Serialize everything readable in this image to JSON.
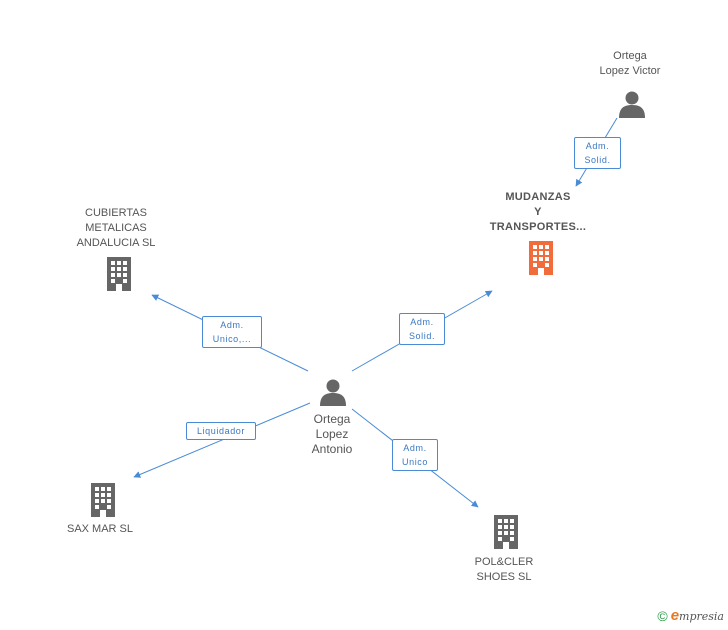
{
  "nodes": {
    "ortega_victor": {
      "lines": [
        "Ortega",
        "Lopez Victor"
      ],
      "type": "person"
    },
    "mudanzas": {
      "lines": [
        "MUDANZAS",
        "Y",
        "TRANSPORTES..."
      ],
      "type": "company",
      "highlight": true
    },
    "cubiertas": {
      "lines": [
        "CUBIERTAS",
        "METALICAS",
        "ANDALUCIA SL"
      ],
      "type": "company"
    },
    "ortega_antonio": {
      "lines": [
        "Ortega",
        "Lopez",
        "Antonio"
      ],
      "type": "person"
    },
    "saxmar": {
      "lines": [
        "SAX MAR SL"
      ],
      "type": "company"
    },
    "polcler": {
      "lines": [
        "POL&CLER",
        "SHOES SL"
      ],
      "type": "company"
    }
  },
  "edges": {
    "victor_mudanzas": {
      "lines": [
        "Adm.",
        "Solid."
      ]
    },
    "antonio_cubiertas": {
      "lines": [
        "Adm.",
        "Unico,..."
      ]
    },
    "antonio_mudanzas": {
      "lines": [
        "Adm.",
        "Solid."
      ]
    },
    "antonio_saxmar": {
      "lines": [
        "Liquidador"
      ]
    },
    "antonio_polcler": {
      "lines": [
        "Adm.",
        "Unico"
      ]
    }
  },
  "colors": {
    "edge": "#4a8bd6",
    "node_icon": "#666666",
    "highlight": "#f26b3a"
  },
  "footer": {
    "copyright_symbol": "©",
    "brand_initial": "e",
    "brand_rest": "mpresia"
  }
}
